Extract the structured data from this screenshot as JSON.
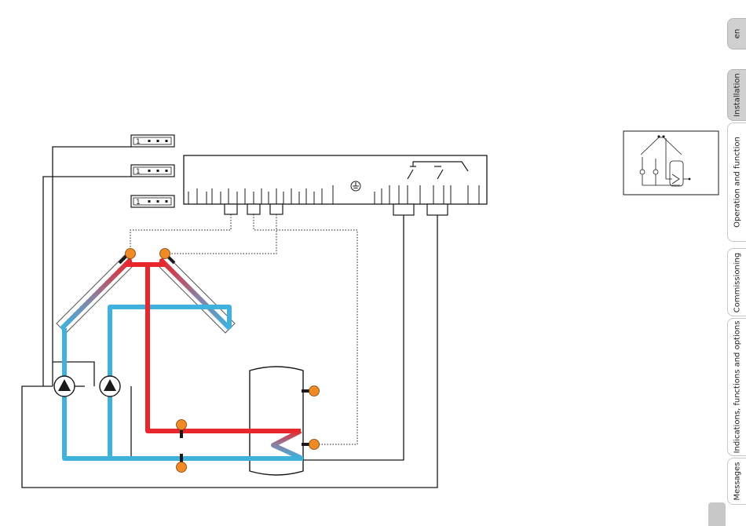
{
  "colors": {
    "hot_pipe": "#e8262b",
    "cold_pipe": "#3fb1dc",
    "sensor": "#f08a24",
    "line": "#1a1a1a",
    "tab_active": "#d0d0d0",
    "page_marker": "#c8c8c8"
  },
  "connectors": [
    {
      "label": "1"
    },
    {
      "label": "1"
    },
    {
      "label": "1"
    }
  ],
  "controller": {
    "icons": [
      "earth-ground-icon",
      "relay-switch-icon",
      "relay-switch-icon"
    ]
  },
  "tabs": [
    {
      "label": "en",
      "active": true
    },
    {
      "label": "Installation",
      "active": true
    },
    {
      "label": "Operation and function",
      "active": false
    },
    {
      "label": "Commissioning",
      "active": false
    },
    {
      "label": "Indications, functions and options",
      "active": false
    },
    {
      "label": "Messages",
      "active": false
    }
  ],
  "icons": {
    "pump": "pump-icon",
    "sensor": "temperature-sensor-icon",
    "thumbnail": "system-thumbnail-icon"
  }
}
